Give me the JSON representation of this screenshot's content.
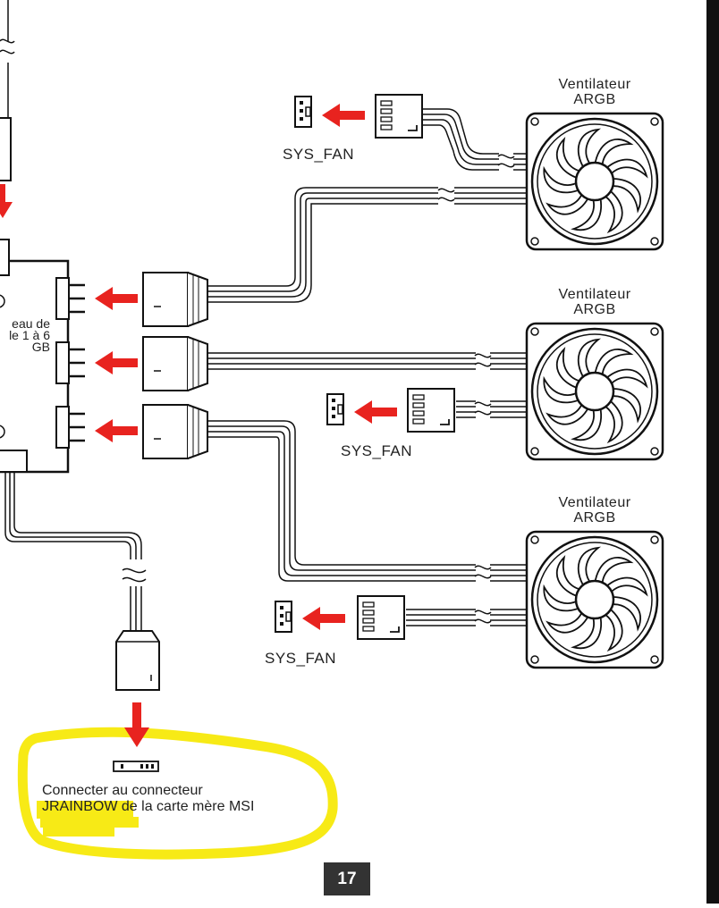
{
  "fans": [
    {
      "title_line1": "Ventilateur",
      "title_line2": "ARGB"
    },
    {
      "title_line1": "Ventilateur",
      "title_line2": "ARGB"
    },
    {
      "title_line1": "Ventilateur",
      "title_line2": "ARGB"
    }
  ],
  "sys_fan_labels": [
    "SYS_FAN",
    "SYS_FAN",
    "SYS_FAN"
  ],
  "hub_label": {
    "line1": "eau de",
    "line2": "le 1 à 6",
    "line3": "GB"
  },
  "note": {
    "line1": "Connecter au connecteur",
    "highlight": "JRAINBOW",
    "rest": " de la carte mère MSI"
  },
  "page_number": "17",
  "colors": {
    "arrow": "#e8231f",
    "highlight": "#ffee00",
    "line": "#111111",
    "page_badge": "#333333"
  }
}
